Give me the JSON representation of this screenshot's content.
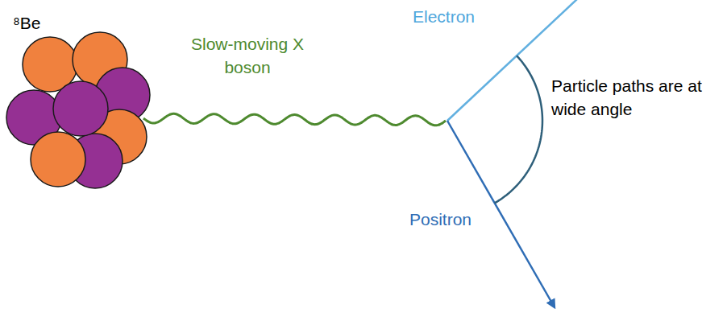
{
  "diagram": {
    "labels": [
      "⁸Be",
      "Electron",
      "Slow-moving X boson",
      "Positron",
      "Particle paths are at wide angle"
    ]
  }
}
